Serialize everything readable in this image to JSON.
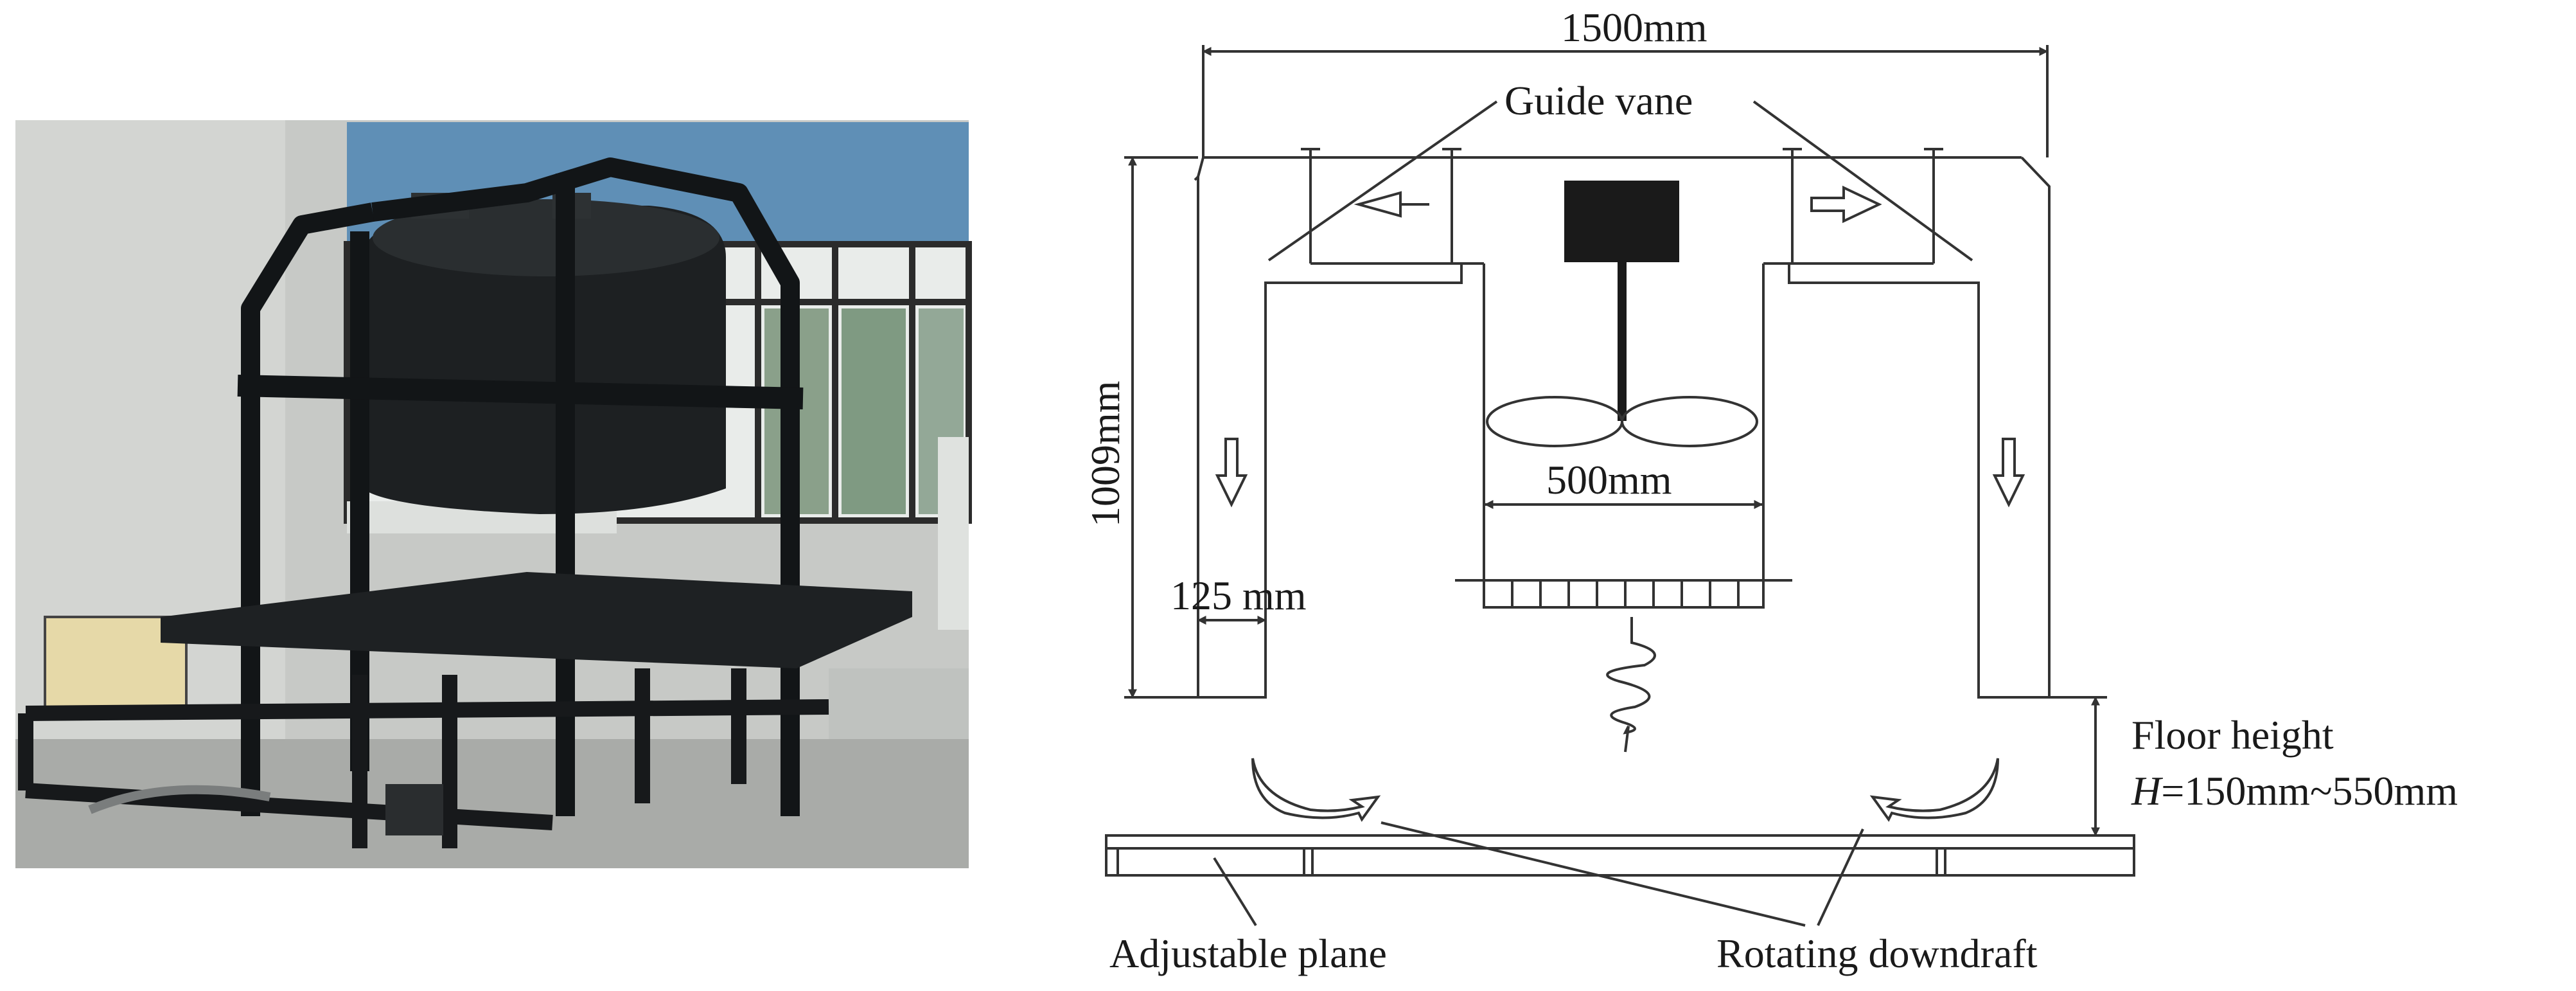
{
  "photo": {
    "subject": "physical downburst simulator apparatus",
    "colors": {
      "wall": "#c9cbc8",
      "window_sky": "#5b8fb8",
      "frame": "#15181a",
      "tank": "#1c1f21"
    }
  },
  "diagram": {
    "labels": {
      "width": "1500mm",
      "guide_vane": "Guide vane",
      "height": "1009mm",
      "fan_diameter": "500mm",
      "duct_width": "125 mm",
      "floor_height_title": "Floor height",
      "floor_height_var": "H",
      "floor_height_range": "=150mm~550mm",
      "adjustable_plane": "Adjustable plane",
      "rotating_downdraft": "Rotating downdraft"
    },
    "colors": {
      "line": "#333333",
      "motor": "#1a1a1a"
    }
  }
}
